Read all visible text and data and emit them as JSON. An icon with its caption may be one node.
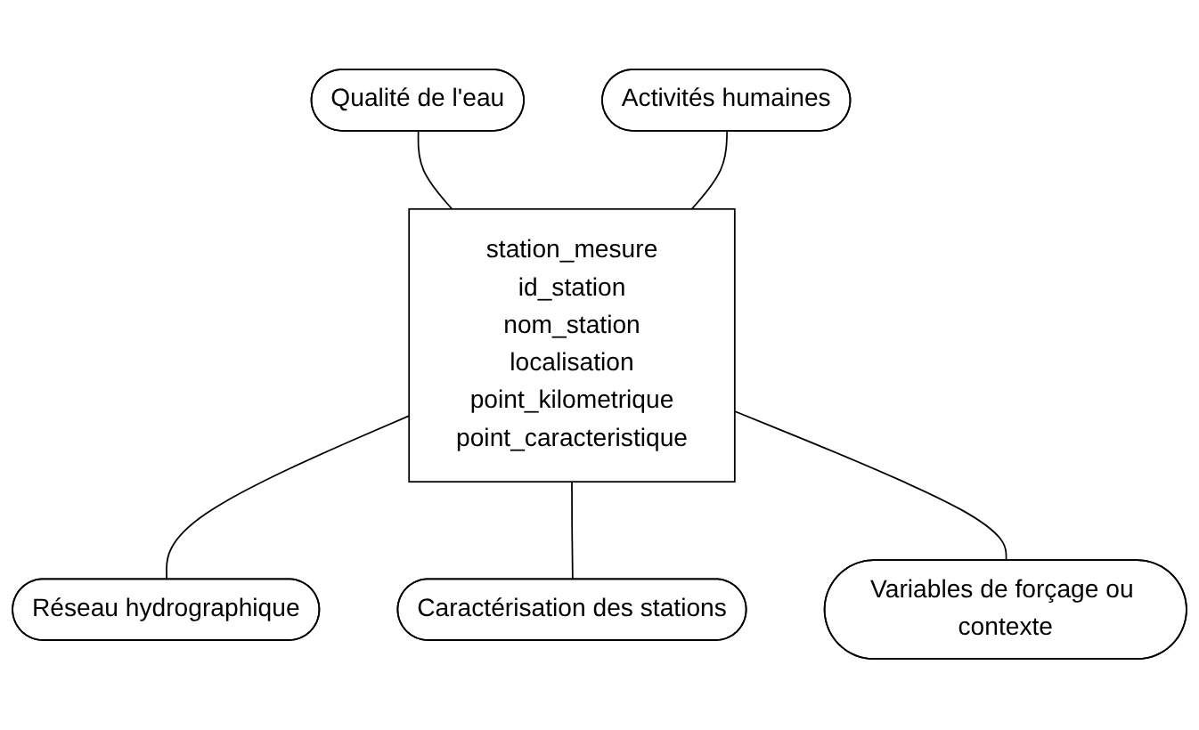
{
  "diagram": {
    "nodes": [
      {
        "text": [
          "Qualité de l'eau"
        ]
      },
      {
        "text": [
          "Activités humaines"
        ]
      },
      {
        "text": [
          "station_mesure",
          "id_station",
          "nom_station",
          "localisation",
          "point_kilometrique",
          "point_caracteristique"
        ]
      },
      {
        "text": [
          "Réseau hydrographique"
        ]
      },
      {
        "text": [
          "Caractérisation des stations"
        ]
      },
      {
        "text": [
          "Variables de forçage ou contexte"
        ]
      }
    ],
    "edges": [
      {
        "from": 0,
        "to": 2,
        "arrow": "none"
      },
      {
        "from": 1,
        "to": 2,
        "arrow": "none"
      },
      {
        "from": 2,
        "to": 3,
        "arrow": "none"
      },
      {
        "from": 2,
        "to": 4,
        "arrow": "none"
      },
      {
        "from": 2,
        "to": 5,
        "arrow": "none"
      }
    ]
  }
}
